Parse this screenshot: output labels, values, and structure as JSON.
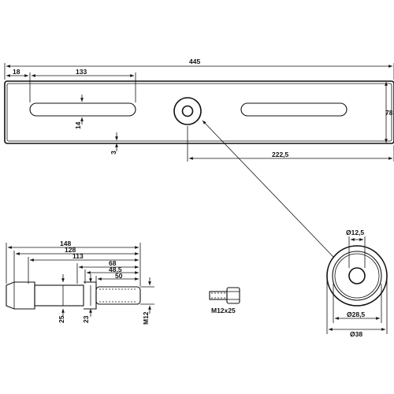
{
  "drawing": {
    "plate": {
      "overall_length": "445",
      "height": "78",
      "edge_to_slot": "18",
      "slot_length": "133",
      "slot_width": "14",
      "edge_offset": "3",
      "center_to_end": "222,5"
    },
    "bolt": {
      "total": "148",
      "len_128": "128",
      "len_113": "113",
      "len_68": "68",
      "len_48_5": "48,5",
      "thread_len": "50",
      "dia_25": "25",
      "dia_23": "23",
      "thread": "M12"
    },
    "screw": {
      "label": "M12x25"
    },
    "washer": {
      "inner_dia": "Ø12,5",
      "mid_dia": "Ø28,5",
      "outer_dia": "Ø38"
    }
  }
}
